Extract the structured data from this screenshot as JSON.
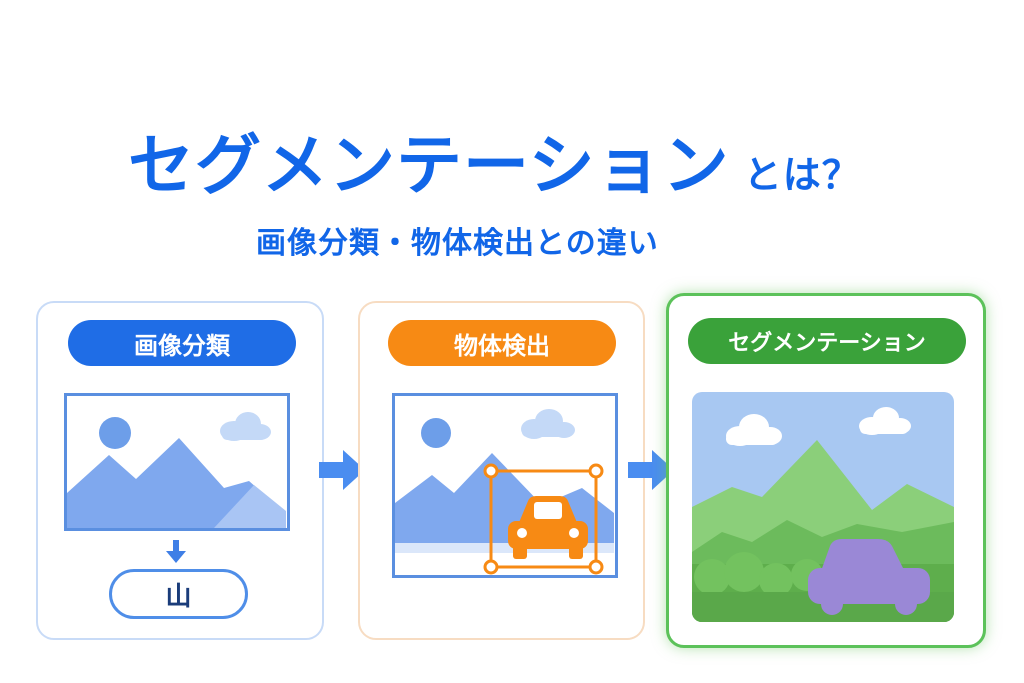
{
  "title": {
    "main": "セグメンテーション",
    "suffix": "とは？"
  },
  "subtitle": "画像分類・物体検出との違い",
  "panels": {
    "classification": {
      "label": "画像分類",
      "result": "山"
    },
    "detection": {
      "label": "物体検出"
    },
    "segmentation": {
      "label": "セグメンテーション"
    }
  },
  "colors": {
    "title_blue": "#1166e8",
    "classification_blue": "#1f6de6",
    "detection_orange": "#f78a14",
    "segmentation_green": "#3aa23a",
    "car_purple": "#9a88d6"
  },
  "icons": [
    "mountain-image-icon",
    "sun-icon",
    "cloud-icon",
    "down-arrow-icon",
    "right-arrow-icon",
    "car-icon",
    "bounding-box-icon"
  ]
}
